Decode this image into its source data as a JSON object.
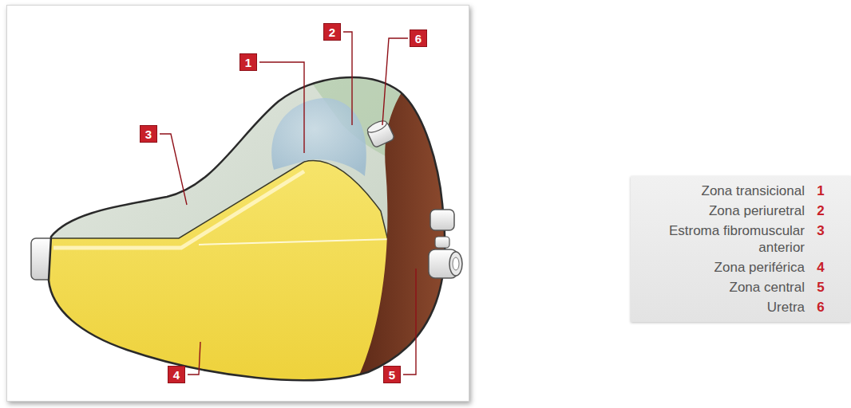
{
  "diagram": {
    "labels": [
      "2",
      "6",
      "1",
      "3",
      "4",
      "5",
      "Zona transicional",
      "1",
      "Zona periuretral",
      "2",
      "Estroma fibromuscular anterior",
      "3",
      "Zona periférica",
      "4",
      "Zona central",
      "5",
      "Uretra",
      "6"
    ]
  }
}
